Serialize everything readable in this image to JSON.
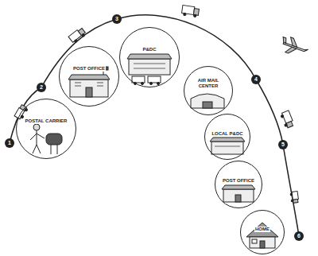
{
  "diagram": {
    "nodes": [
      {
        "text": [
          "POSTAL CARRIER"
        ]
      },
      {
        "text": [
          "POST OFFICE"
        ]
      },
      {
        "text": [
          "P&DC"
        ]
      },
      {
        "text": [
          "AIR MAIL CENTER"
        ]
      },
      {
        "text": [
          "LOCAL P&DC"
        ]
      },
      {
        "text": [
          "POST OFFICE"
        ]
      },
      {
        "text": [
          "HOME"
        ]
      }
    ],
    "labels": [
      "1",
      "2",
      "3",
      "4",
      "5",
      "6"
    ]
  }
}
